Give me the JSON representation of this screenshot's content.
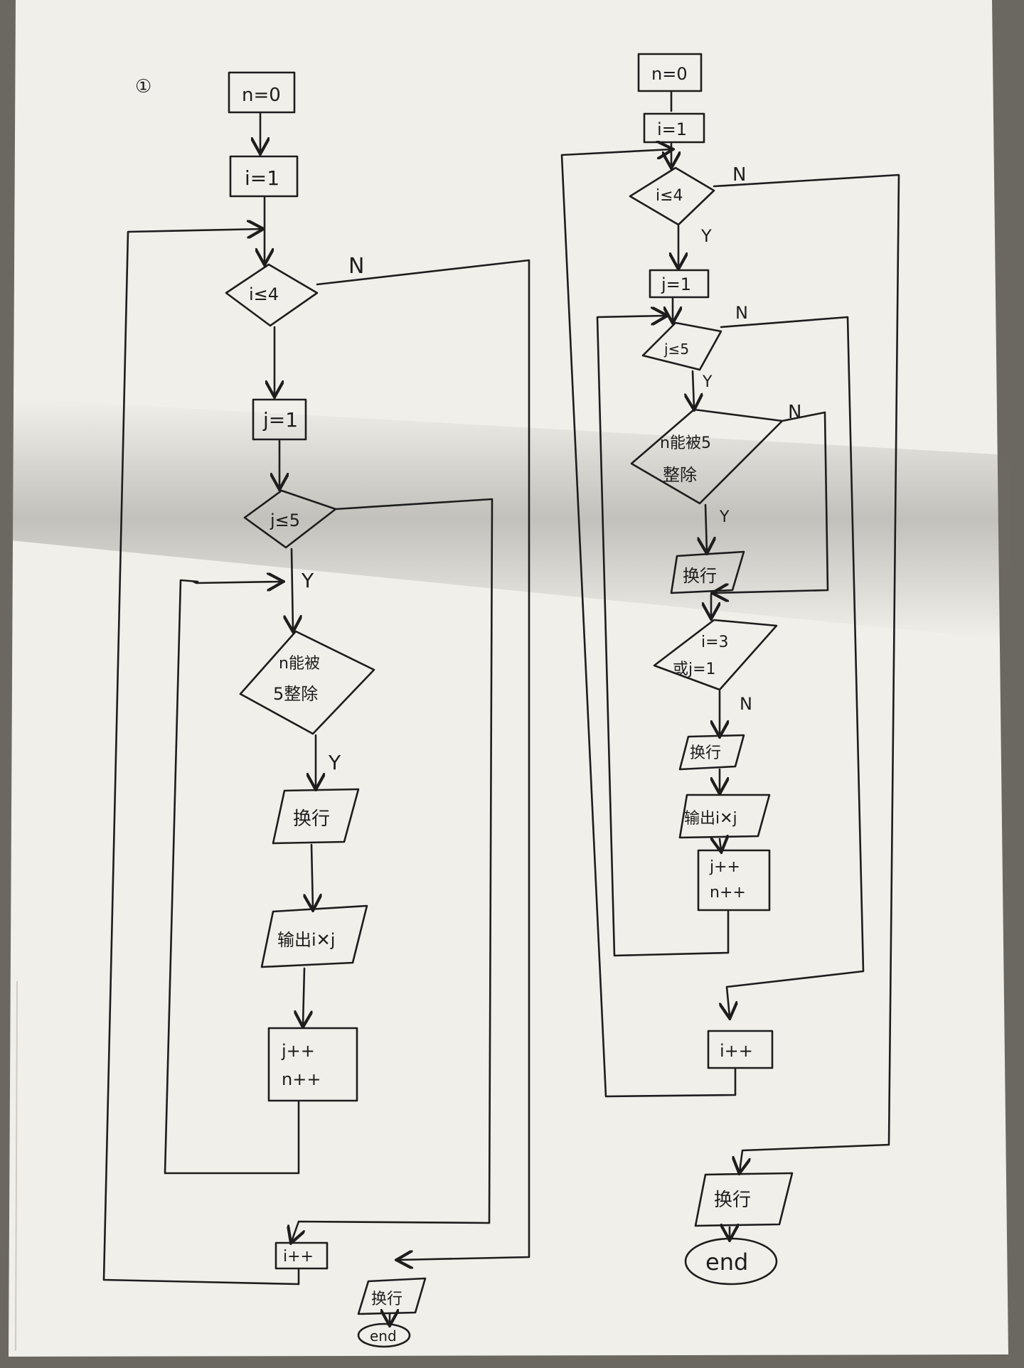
{
  "marks": {
    "circled": "①"
  },
  "left_flow": {
    "init_n": "n=0",
    "init_i": "i=1",
    "cond_i": "i≤4",
    "init_j": "j=1",
    "cond_j": "j≤5",
    "div_line1": "n能被",
    "div_line2": "5整除",
    "newline": "换行",
    "output": "输出i✕j",
    "inc_line1": "j++",
    "inc_line2": "n++",
    "inc_i": "i++",
    "final_newline": "换行",
    "end": "end",
    "yes": "Y",
    "no": "N"
  },
  "right_flow": {
    "init_n": "n=0",
    "init_i": "i=1",
    "cond_i": "i≤4",
    "init_j": "j=1",
    "cond_j": "j≤5",
    "div_line1": "n能被5",
    "div_line2": "整除",
    "newline": "换行",
    "cond2_line1": "i=3",
    "cond2_line2": "或j=1",
    "newline2": "换行",
    "output": "输出i✕j",
    "inc_line1": "j++",
    "inc_line2": "n++",
    "inc_i": "i++",
    "final_newline": "换行",
    "end": "end",
    "yes": "Y",
    "no": "N"
  }
}
